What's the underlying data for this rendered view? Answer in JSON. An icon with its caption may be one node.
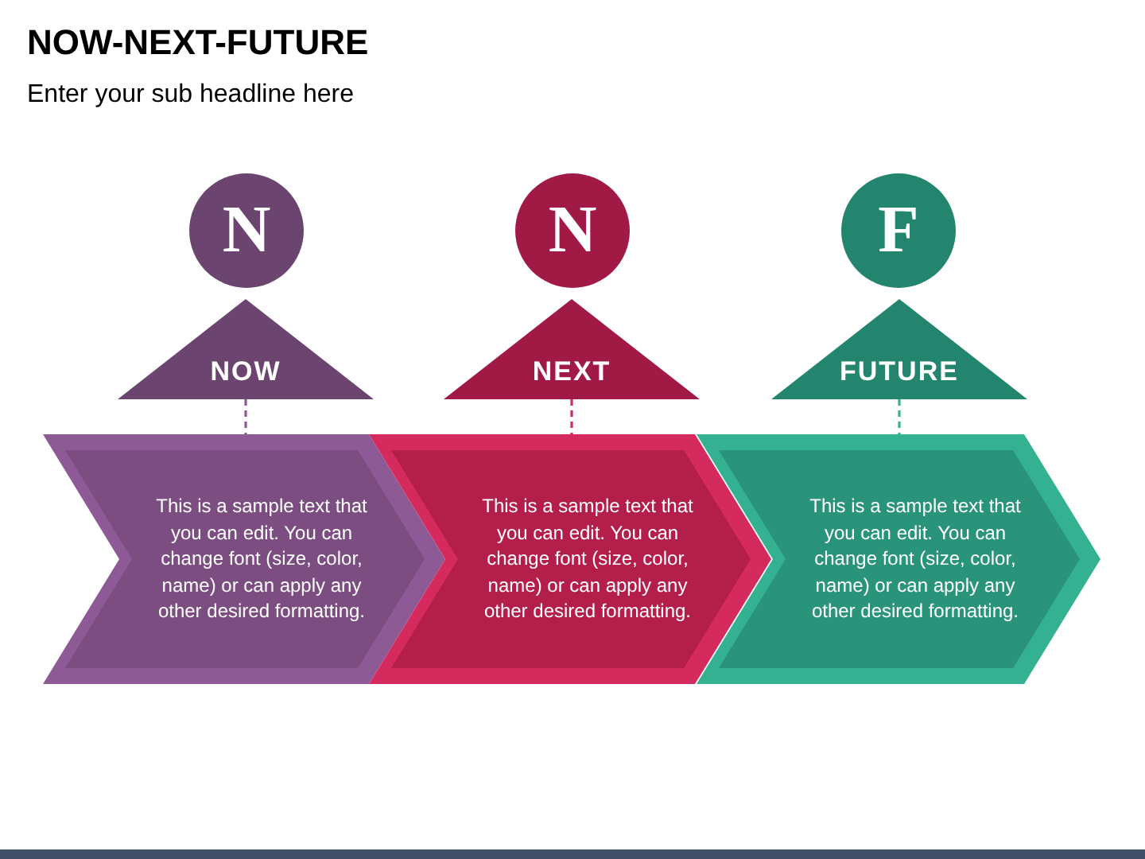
{
  "diagram": {
    "title": "NOW-NEXT-FUTURE",
    "nodes": [
      {
        "text": [
          "N"
        ]
      },
      {
        "text": [
          "N"
        ]
      },
      {
        "text": [
          "F"
        ]
      },
      {
        "text": [
          "NOW"
        ]
      },
      {
        "text": [
          "NEXT"
        ]
      },
      {
        "text": [
          "FUTURE"
        ]
      },
      {
        "text": [
          "This is a sample text that you can edit. You can change font (size, color, name) or can apply any other desired formatting."
        ]
      },
      {
        "text": [
          "This is a sample text that you can edit. You can change font (size, color, name) or can apply any other desired formatting."
        ]
      },
      {
        "text": [
          "This is a sample text that you can edit. You can change font (size, color, name) or can apply any other desired formatting."
        ]
      }
    ],
    "edges": [
      {
        "from": 3,
        "to": 6,
        "arrow": "none",
        "style": "dashed",
        "color": "#8e5a96"
      },
      {
        "from": 4,
        "to": 7,
        "arrow": "none",
        "style": "dashed",
        "color": "#d42a5e"
      },
      {
        "from": 5,
        "to": 8,
        "arrow": "none",
        "style": "dashed",
        "color": "#33b190"
      }
    ],
    "labels": [
      "Enter your sub headline here"
    ]
  }
}
